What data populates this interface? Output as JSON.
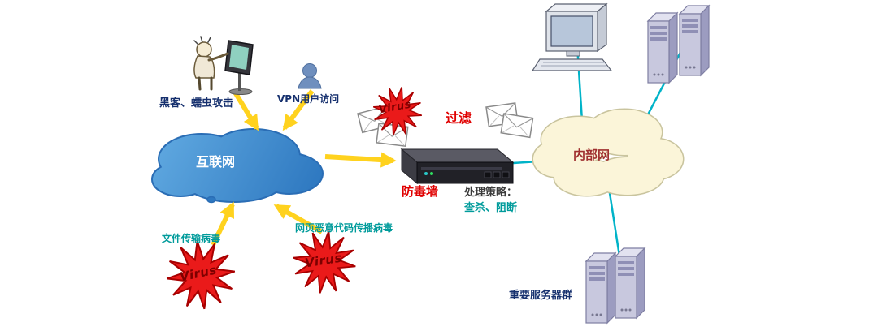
{
  "diagram": {
    "nodes": {
      "hacker_label": "黑客、蠕虫攻击",
      "vpn_label": "VPN用户访问",
      "internet_label": "互联网",
      "filter_label": "过滤",
      "firewall_label": "防毒墙",
      "policy_heading": "处理策略：",
      "policy_actions": "查杀、阻断",
      "intranet_label": "内部网",
      "file_virus_label": "文件传输病毒",
      "web_virus_label": "网页恶意代码传播病毒",
      "servers_label": "重要服务器群",
      "virus_badge_top": "Virus",
      "virus_badge_left": "Virus",
      "virus_badge_mid": "Virus"
    },
    "colors": {
      "internet_cloud_fill": "#3f93d6",
      "internet_cloud_stroke": "#2a6db5",
      "intranet_cloud_fill": "#fbf5d9",
      "intranet_cloud_stroke": "#c9c49e",
      "arrow_yellow": "#ffd21e",
      "teal_line": "#00b3c8",
      "virus_star_red": "#ea1a1a",
      "red_text": "#e00000",
      "teal_text": "#009b9b",
      "navy_text": "#16306e",
      "maroon_text": "#a03030"
    }
  }
}
